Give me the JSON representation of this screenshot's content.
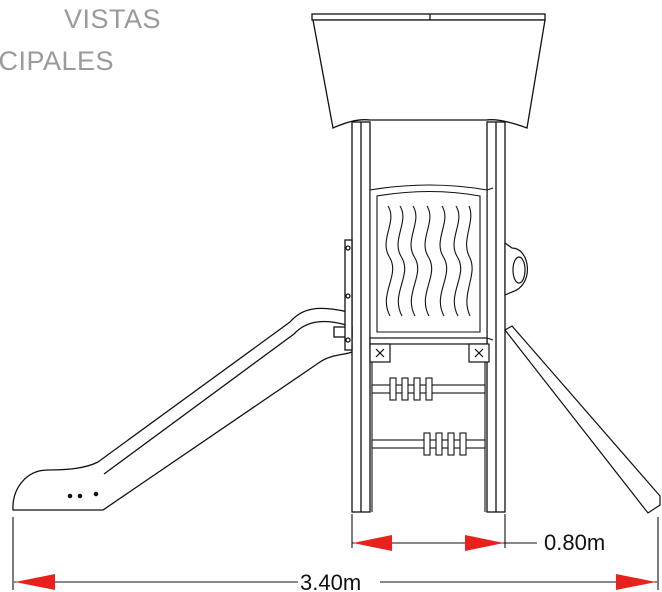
{
  "heading": {
    "line1": "VISTAS",
    "line2": "NCIPALES"
  },
  "dimensions": {
    "inner_width": "0.80m",
    "total_width": "3.40m"
  },
  "colors": {
    "drawing": "#111111",
    "heading": "#9a9a9a",
    "dimension_arrow": "#e8211d"
  }
}
